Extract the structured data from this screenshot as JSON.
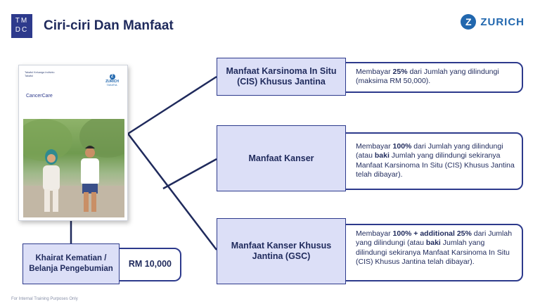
{
  "logo_tmdc": {
    "line1": "TM",
    "line2": "DC"
  },
  "title": "Ciri-ciri Dan Manfaat",
  "brand": {
    "mark": "Z",
    "name": "ZURICH"
  },
  "brochure": {
    "small_text_1": "Takaful Keluarga Individu",
    "small_text_2": "Takaful",
    "logo_word": "ZURICH",
    "logo_sub": "TAKAFUL",
    "product_name": "CancerCare"
  },
  "benefits": [
    {
      "header": "Manfaat Karsinoma In Situ (CIS) Khusus Jantina",
      "desc": [
        {
          "t": "Membayar ",
          "b": false
        },
        {
          "t": "25%",
          "b": true
        },
        {
          "t": " dari Jumlah yang dilindungi (maksima RM 50,000).",
          "b": false
        }
      ]
    },
    {
      "header": "Manfaat Kanser",
      "desc": [
        {
          "t": "Membayar ",
          "b": false
        },
        {
          "t": "100%",
          "b": true
        },
        {
          "t": " dari Jumlah yang dilindungi (atau ",
          "b": false
        },
        {
          "t": "baki",
          "b": true
        },
        {
          "t": " Jumlah yang dilindungi sekiranya Manfaat Karsinoma In Situ (CIS) Khusus Jantina telah dibayar).",
          "b": false
        }
      ]
    },
    {
      "header": "Manfaat Kanser Khusus Jantina (GSC)",
      "desc": [
        {
          "t": "Membayar ",
          "b": false
        },
        {
          "t": "100% + additional 25%",
          "b": true
        },
        {
          "t": " dari Jumlah yang dilindungi (atau ",
          "b": false
        },
        {
          "t": "baki",
          "b": true
        },
        {
          "t": " Jumlah yang dilindungi sekiranya Manfaat Karsinoma In Situ (CIS) Khusus Jantina telah dibayar).",
          "b": false
        }
      ]
    }
  ],
  "funeral": {
    "label": "Khairat Kematian / Belanja Pengebumian",
    "amount": "RM 10,000"
  },
  "footer": "For Internal Training Purposes Only",
  "colors": {
    "navy": "#2d3a8c",
    "header_fill": "#dcdff7",
    "zurich_blue": "#2167ae"
  }
}
